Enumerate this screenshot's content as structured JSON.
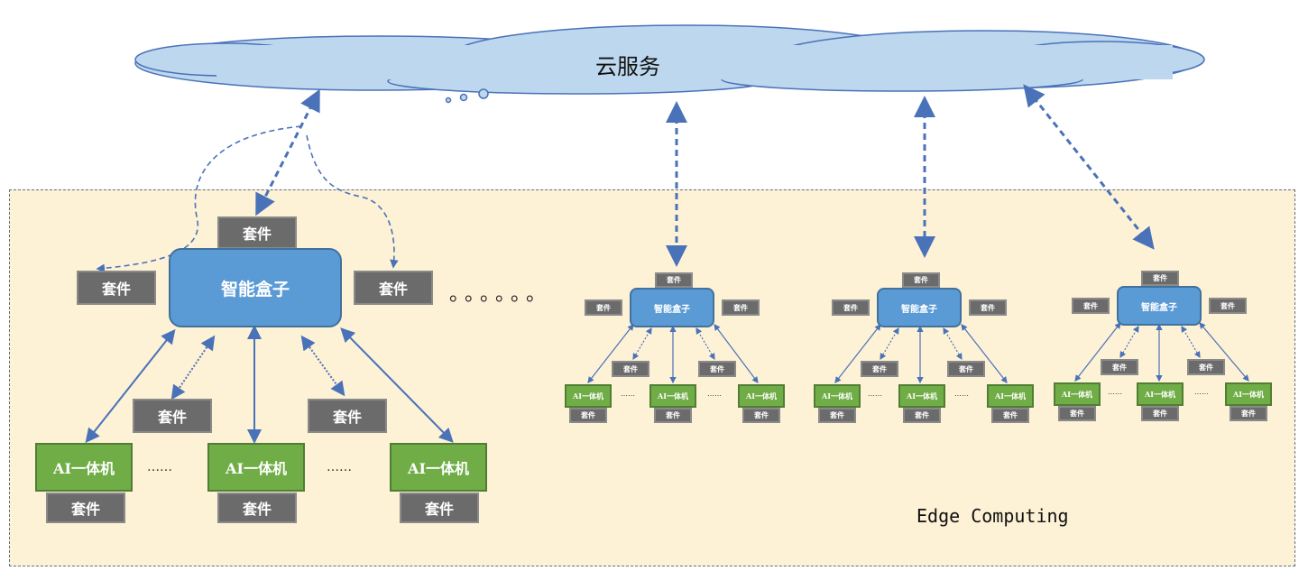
{
  "cloud": {
    "label": "云服务"
  },
  "edge": {
    "label": "Edge Computing"
  },
  "labels": {
    "kit": "套件",
    "box": "智能盒子",
    "ai": "AI一体机",
    "ellipsis": "……",
    "more": "。。。。。。"
  },
  "colors": {
    "kit": "#6b6b6b",
    "box": "#5b9bd5",
    "ai": "#70ad47",
    "edge_fill": "#fdf1d6",
    "cloud_fill": "#bdd7ee",
    "link": "#4a72b8"
  }
}
